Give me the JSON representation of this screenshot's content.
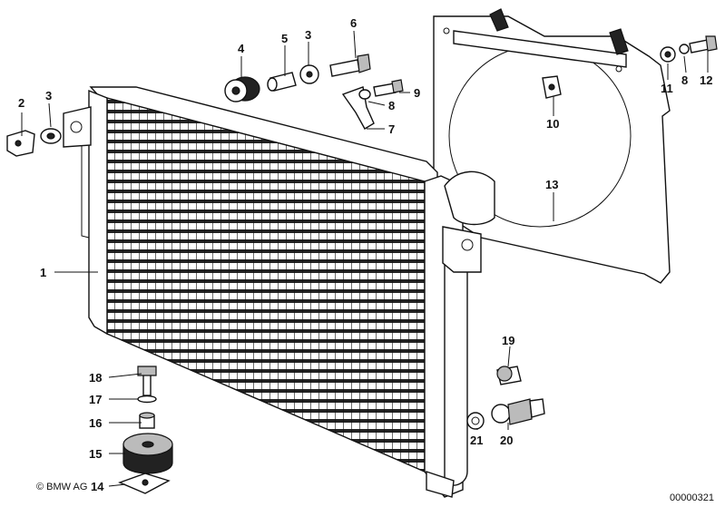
{
  "diagram": {
    "copyright": "© BMW AG",
    "drawing_number": "00000321",
    "parts": [
      {
        "id": "p1",
        "label": "1"
      },
      {
        "id": "p2",
        "label": "2"
      },
      {
        "id": "p3a",
        "label": "3"
      },
      {
        "id": "p3b",
        "label": "3"
      },
      {
        "id": "p4",
        "label": "4"
      },
      {
        "id": "p5",
        "label": "5"
      },
      {
        "id": "p6",
        "label": "6"
      },
      {
        "id": "p7",
        "label": "7"
      },
      {
        "id": "p8a",
        "label": "8"
      },
      {
        "id": "p8b",
        "label": "8"
      },
      {
        "id": "p9",
        "label": "9"
      },
      {
        "id": "p10",
        "label": "10"
      },
      {
        "id": "p11",
        "label": "11"
      },
      {
        "id": "p12",
        "label": "12"
      },
      {
        "id": "p13",
        "label": "13"
      },
      {
        "id": "p14",
        "label": "14"
      },
      {
        "id": "p15",
        "label": "15"
      },
      {
        "id": "p16",
        "label": "16"
      },
      {
        "id": "p17",
        "label": "17"
      },
      {
        "id": "p18",
        "label": "18"
      },
      {
        "id": "p19",
        "label": "19"
      },
      {
        "id": "p20",
        "label": "20"
      },
      {
        "id": "p21",
        "label": "21"
      }
    ]
  }
}
